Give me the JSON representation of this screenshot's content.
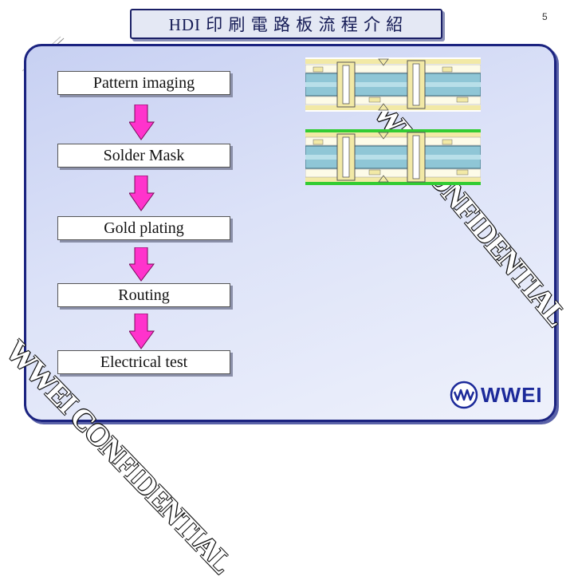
{
  "title": "HDI 印 刷 電 路 板 流 程 介 紹",
  "page_number": "5",
  "steps": [
    {
      "label": "Pattern imaging"
    },
    {
      "label": "Solder Mask"
    },
    {
      "label": "Gold plating"
    },
    {
      "label": "Routing"
    },
    {
      "label": "Electrical test"
    }
  ],
  "watermark": "WWEI CONFIDENTIAL",
  "logo": {
    "text": "WWEI"
  },
  "colors": {
    "arrow": "#ff33cc",
    "border": "#1b2380",
    "copper": "#f2e9a6",
    "core": "#8fc6d6",
    "solder_mask": "#33cc33"
  }
}
